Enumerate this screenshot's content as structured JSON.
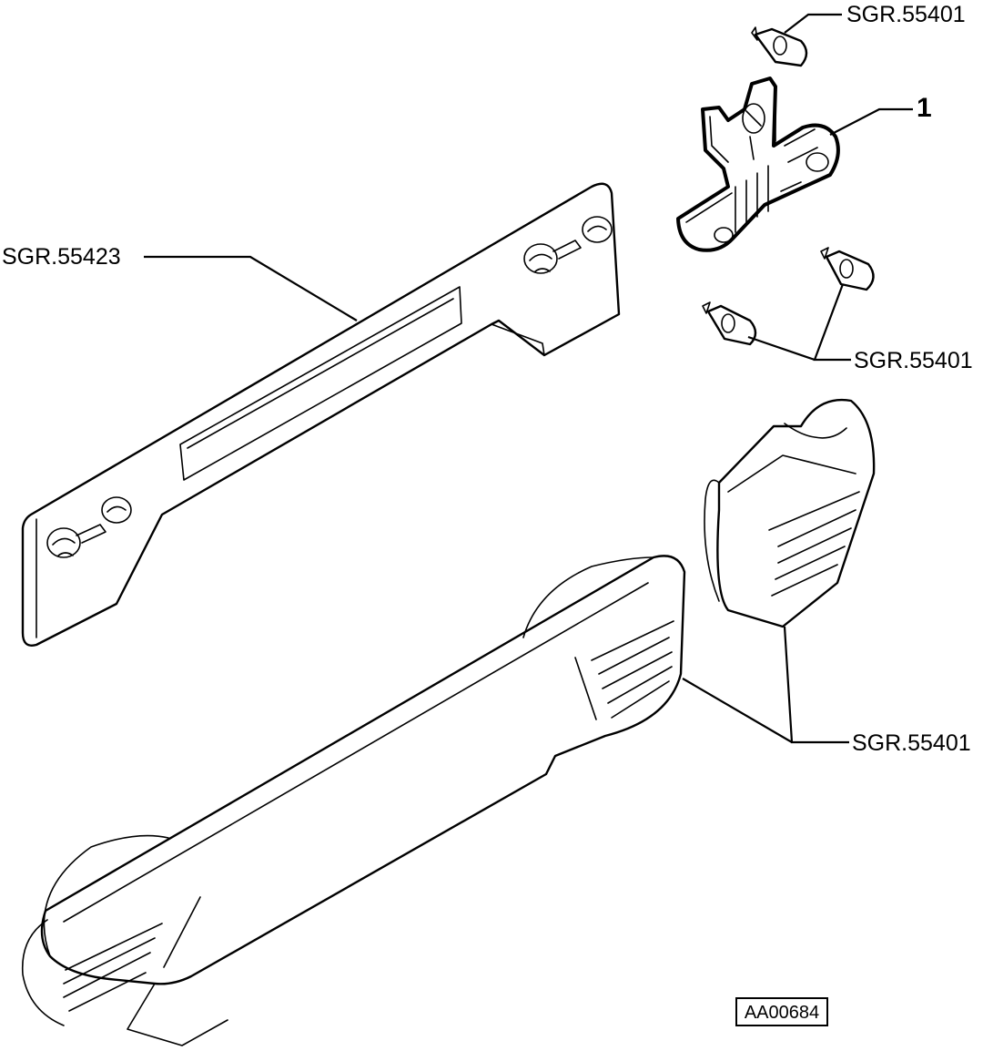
{
  "labels": {
    "part_1": "1",
    "bulb_top": "SGR.55401",
    "plate": "SGR.55423",
    "bulbs_mid": "SGR.55401",
    "lenses": "SGR.55401"
  },
  "reference_code": "AA00684"
}
